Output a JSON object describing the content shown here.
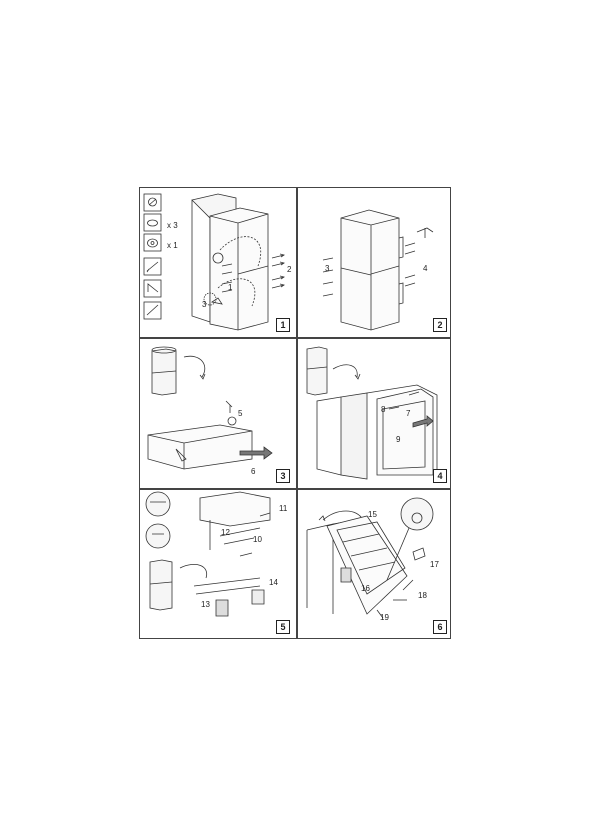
{
  "panels": [
    {
      "number": "1",
      "quantities": [
        "x 3",
        "x 1"
      ],
      "labels": [
        "2",
        "1",
        "3"
      ]
    },
    {
      "number": "2",
      "labels": [
        "3",
        "4"
      ]
    },
    {
      "number": "3",
      "labels": [
        "5",
        "6"
      ]
    },
    {
      "number": "4",
      "labels": [
        "8",
        "7",
        "9"
      ]
    },
    {
      "number": "5",
      "labels": [
        "11",
        "12",
        "10",
        "13",
        "14"
      ]
    },
    {
      "number": "6",
      "labels": [
        "15",
        "17",
        "16",
        "18",
        "19"
      ]
    }
  ]
}
